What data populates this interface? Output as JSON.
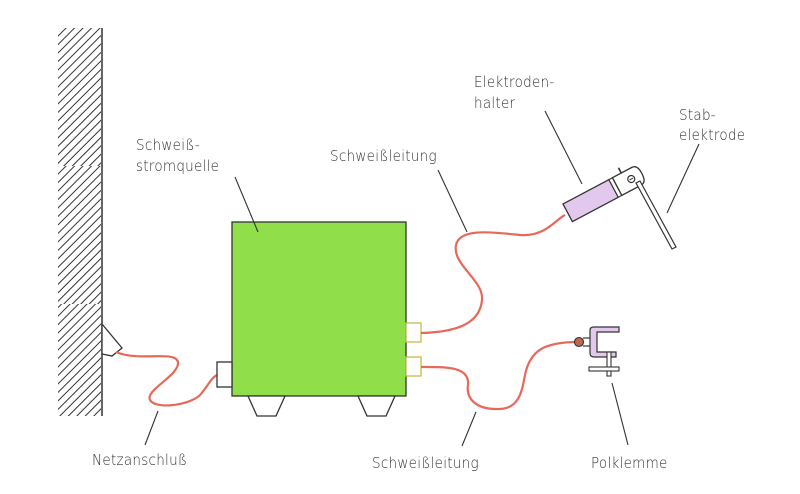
{
  "labels": {
    "power_source_line1": "Schweiß-",
    "power_source_line2": "stromquelle",
    "welding_cable_top": "Schweißleitung",
    "electrode_holder_line1": "Elektroden-",
    "electrode_holder_line2": "halter",
    "rod_electrode_line1": "Stab-",
    "rod_electrode_line2": "elektrode",
    "mains_connection": "Netzanschluß",
    "welding_cable_bottom": "Schweißleitung",
    "ground_clamp": "Polklemme"
  },
  "colors": {
    "power_source_fill": "#8fde4a",
    "cable": "#e8685a",
    "holder_fill": "#e2c8ec",
    "clamp_fill": "#e2c8ec",
    "line": "#333333",
    "hatch": "#333333"
  }
}
